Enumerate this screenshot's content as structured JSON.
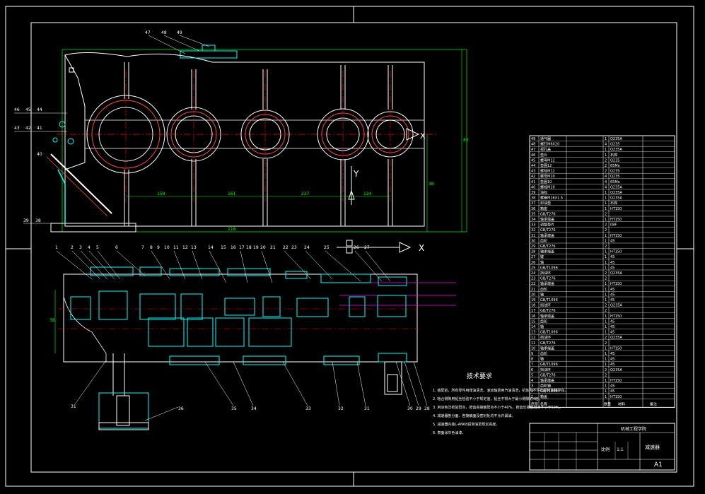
{
  "colors": {
    "background": "#000000",
    "frame": "#ffffff",
    "outline": "#ffffff",
    "centerline": "#ff0000",
    "dimension": "#00ff00",
    "hatch": "#00ffff",
    "shaft_axis": "#ff00ff",
    "fill_gear": "#00bcd4"
  },
  "top_view": {
    "part_labels_top": [
      "47",
      "48",
      "49"
    ],
    "part_labels_left": [
      "46",
      "45",
      "44",
      "43",
      "42",
      "41",
      "40",
      "39",
      "38"
    ],
    "dimensions": [
      "159",
      "161",
      "237",
      "124"
    ],
    "height_dimension": "38",
    "overall_dimension": "85",
    "bottom_dimension": "118",
    "axis_y_label": "Y",
    "axis_x_label": "X"
  },
  "section_view": {
    "part_labels_top": [
      "1",
      "2",
      "3",
      "4",
      "5",
      "6",
      "7",
      "8",
      "9",
      "10",
      "11",
      "12",
      "13",
      "14",
      "15",
      "16",
      "17",
      "18",
      "19",
      "20",
      "21",
      "22",
      "23",
      "24",
      "25",
      "26",
      "27"
    ],
    "part_labels_bottom": [
      "31",
      "36",
      "35",
      "34",
      "33",
      "32",
      "31",
      "30",
      "29",
      "28"
    ],
    "left_dimension": "38"
  },
  "technical_requirements": {
    "title": "技术要求",
    "lines": [
      "1. 装配前，所有零件用煤油清洗，滚动轴承用汽油清洗，机体内不许有任何杂物存在。",
      "2. 啮合侧隙用铅丝检验不小于规定值，铅丝不得大于最小侧隙的4倍。",
      "3. 用涂色法检验斑点，按齿高接触斑点不小于40%，按齿长接触斑点不小于50%。",
      "4. 减速器剖分面、各接触面及密封处均不允许漏油。",
      "5. 减速器内装L-AN68润滑油至规定高度。",
      "6. 表面涂灰色油漆。"
    ]
  },
  "parts_list": {
    "rows": [
      [
        "49",
        "通气器",
        "1",
        "Q235A",
        ""
      ],
      [
        "48",
        "螺钉M6X20",
        "4",
        "Q235",
        ""
      ],
      [
        "47",
        "视孔盖",
        "1",
        "Q235A",
        ""
      ],
      [
        "46",
        "垫片",
        "1",
        "石棉",
        ""
      ],
      [
        "45",
        "螺母M12",
        "2",
        "Q235",
        ""
      ],
      [
        "44",
        "垫圈12",
        "2",
        "65Mn",
        ""
      ],
      [
        "43",
        "螺栓M12",
        "2",
        "Q235",
        ""
      ],
      [
        "42",
        "螺母M10",
        "4",
        "Q235",
        ""
      ],
      [
        "41",
        "垫圈10",
        "4",
        "65Mn",
        ""
      ],
      [
        "40",
        "螺栓M10",
        "4",
        "Q235A",
        ""
      ],
      [
        "39",
        "油标",
        "1",
        "Q235A",
        ""
      ],
      [
        "38",
        "螺塞M16X1.5",
        "1",
        "Q235A",
        ""
      ],
      [
        "37",
        "封油垫",
        "1",
        "石棉",
        ""
      ],
      [
        "36",
        "箱座",
        "1",
        "HT150",
        ""
      ],
      [
        "35",
        "GB/T276",
        "2",
        "",
        ""
      ],
      [
        "34",
        "轴承端盖",
        "1",
        "HT150",
        ""
      ],
      [
        "33",
        "调整垫片",
        "2",
        "08F",
        ""
      ],
      [
        "32",
        "GB/T276",
        "2",
        "",
        ""
      ],
      [
        "31",
        "轴承端盖",
        "1",
        "HT150",
        ""
      ],
      [
        "30",
        "齿轮",
        "1",
        "45",
        ""
      ],
      [
        "29",
        "GB/T276",
        "2",
        "",
        ""
      ],
      [
        "28",
        "轴承端盖",
        "1",
        "HT150",
        ""
      ],
      [
        "27",
        "键",
        "1",
        "45",
        ""
      ],
      [
        "26",
        "轴",
        "1",
        "45",
        ""
      ],
      [
        "25",
        "GB/T1096",
        "1",
        "45",
        ""
      ],
      [
        "24",
        "挡油环",
        "2",
        "Q235A",
        ""
      ],
      [
        "23",
        "GB/T276",
        "2",
        "",
        ""
      ],
      [
        "22",
        "轴承端盖",
        "1",
        "HT150",
        ""
      ],
      [
        "21",
        "齿轮",
        "1",
        "45",
        ""
      ],
      [
        "20",
        "轴",
        "1",
        "45",
        ""
      ],
      [
        "19",
        "GB/T1096",
        "1",
        "45",
        ""
      ],
      [
        "18",
        "挡油环",
        "2",
        "Q235A",
        ""
      ],
      [
        "17",
        "GB/T276",
        "2",
        "",
        ""
      ],
      [
        "16",
        "轴承端盖",
        "1",
        "HT150",
        ""
      ],
      [
        "15",
        "齿轮",
        "1",
        "45",
        ""
      ],
      [
        "14",
        "轴",
        "1",
        "45",
        ""
      ],
      [
        "13",
        "GB/T1096",
        "1",
        "45",
        ""
      ],
      [
        "12",
        "挡油环",
        "2",
        "Q235A",
        ""
      ],
      [
        "11",
        "GB/T276",
        "2",
        "",
        ""
      ],
      [
        "10",
        "轴承端盖",
        "1",
        "HT150",
        ""
      ],
      [
        "9",
        "齿轮",
        "1",
        "45",
        ""
      ],
      [
        "8",
        "轴",
        "1",
        "45",
        ""
      ],
      [
        "7",
        "GB/T1096",
        "1",
        "45",
        ""
      ],
      [
        "6",
        "挡油环",
        "2",
        "Q235A",
        ""
      ],
      [
        "5",
        "GB/T276",
        "2",
        "",
        ""
      ],
      [
        "4",
        "轴承端盖",
        "1",
        "HT150",
        ""
      ],
      [
        "3",
        "齿轮轴",
        "1",
        "45",
        ""
      ],
      [
        "2",
        "GB/T1096",
        "1",
        "45",
        ""
      ],
      [
        "1",
        "箱盖",
        "1",
        "HT150",
        ""
      ]
    ],
    "header": [
      "序号",
      "名称",
      "数量",
      "材料",
      "备注"
    ]
  },
  "title_block": {
    "drawing_name": "减速器",
    "school": "机械工程学院",
    "sheet_size": "A1",
    "scale_label": "比例",
    "ratio": "1:1"
  },
  "axes": {
    "y": "Y",
    "x": "X"
  }
}
